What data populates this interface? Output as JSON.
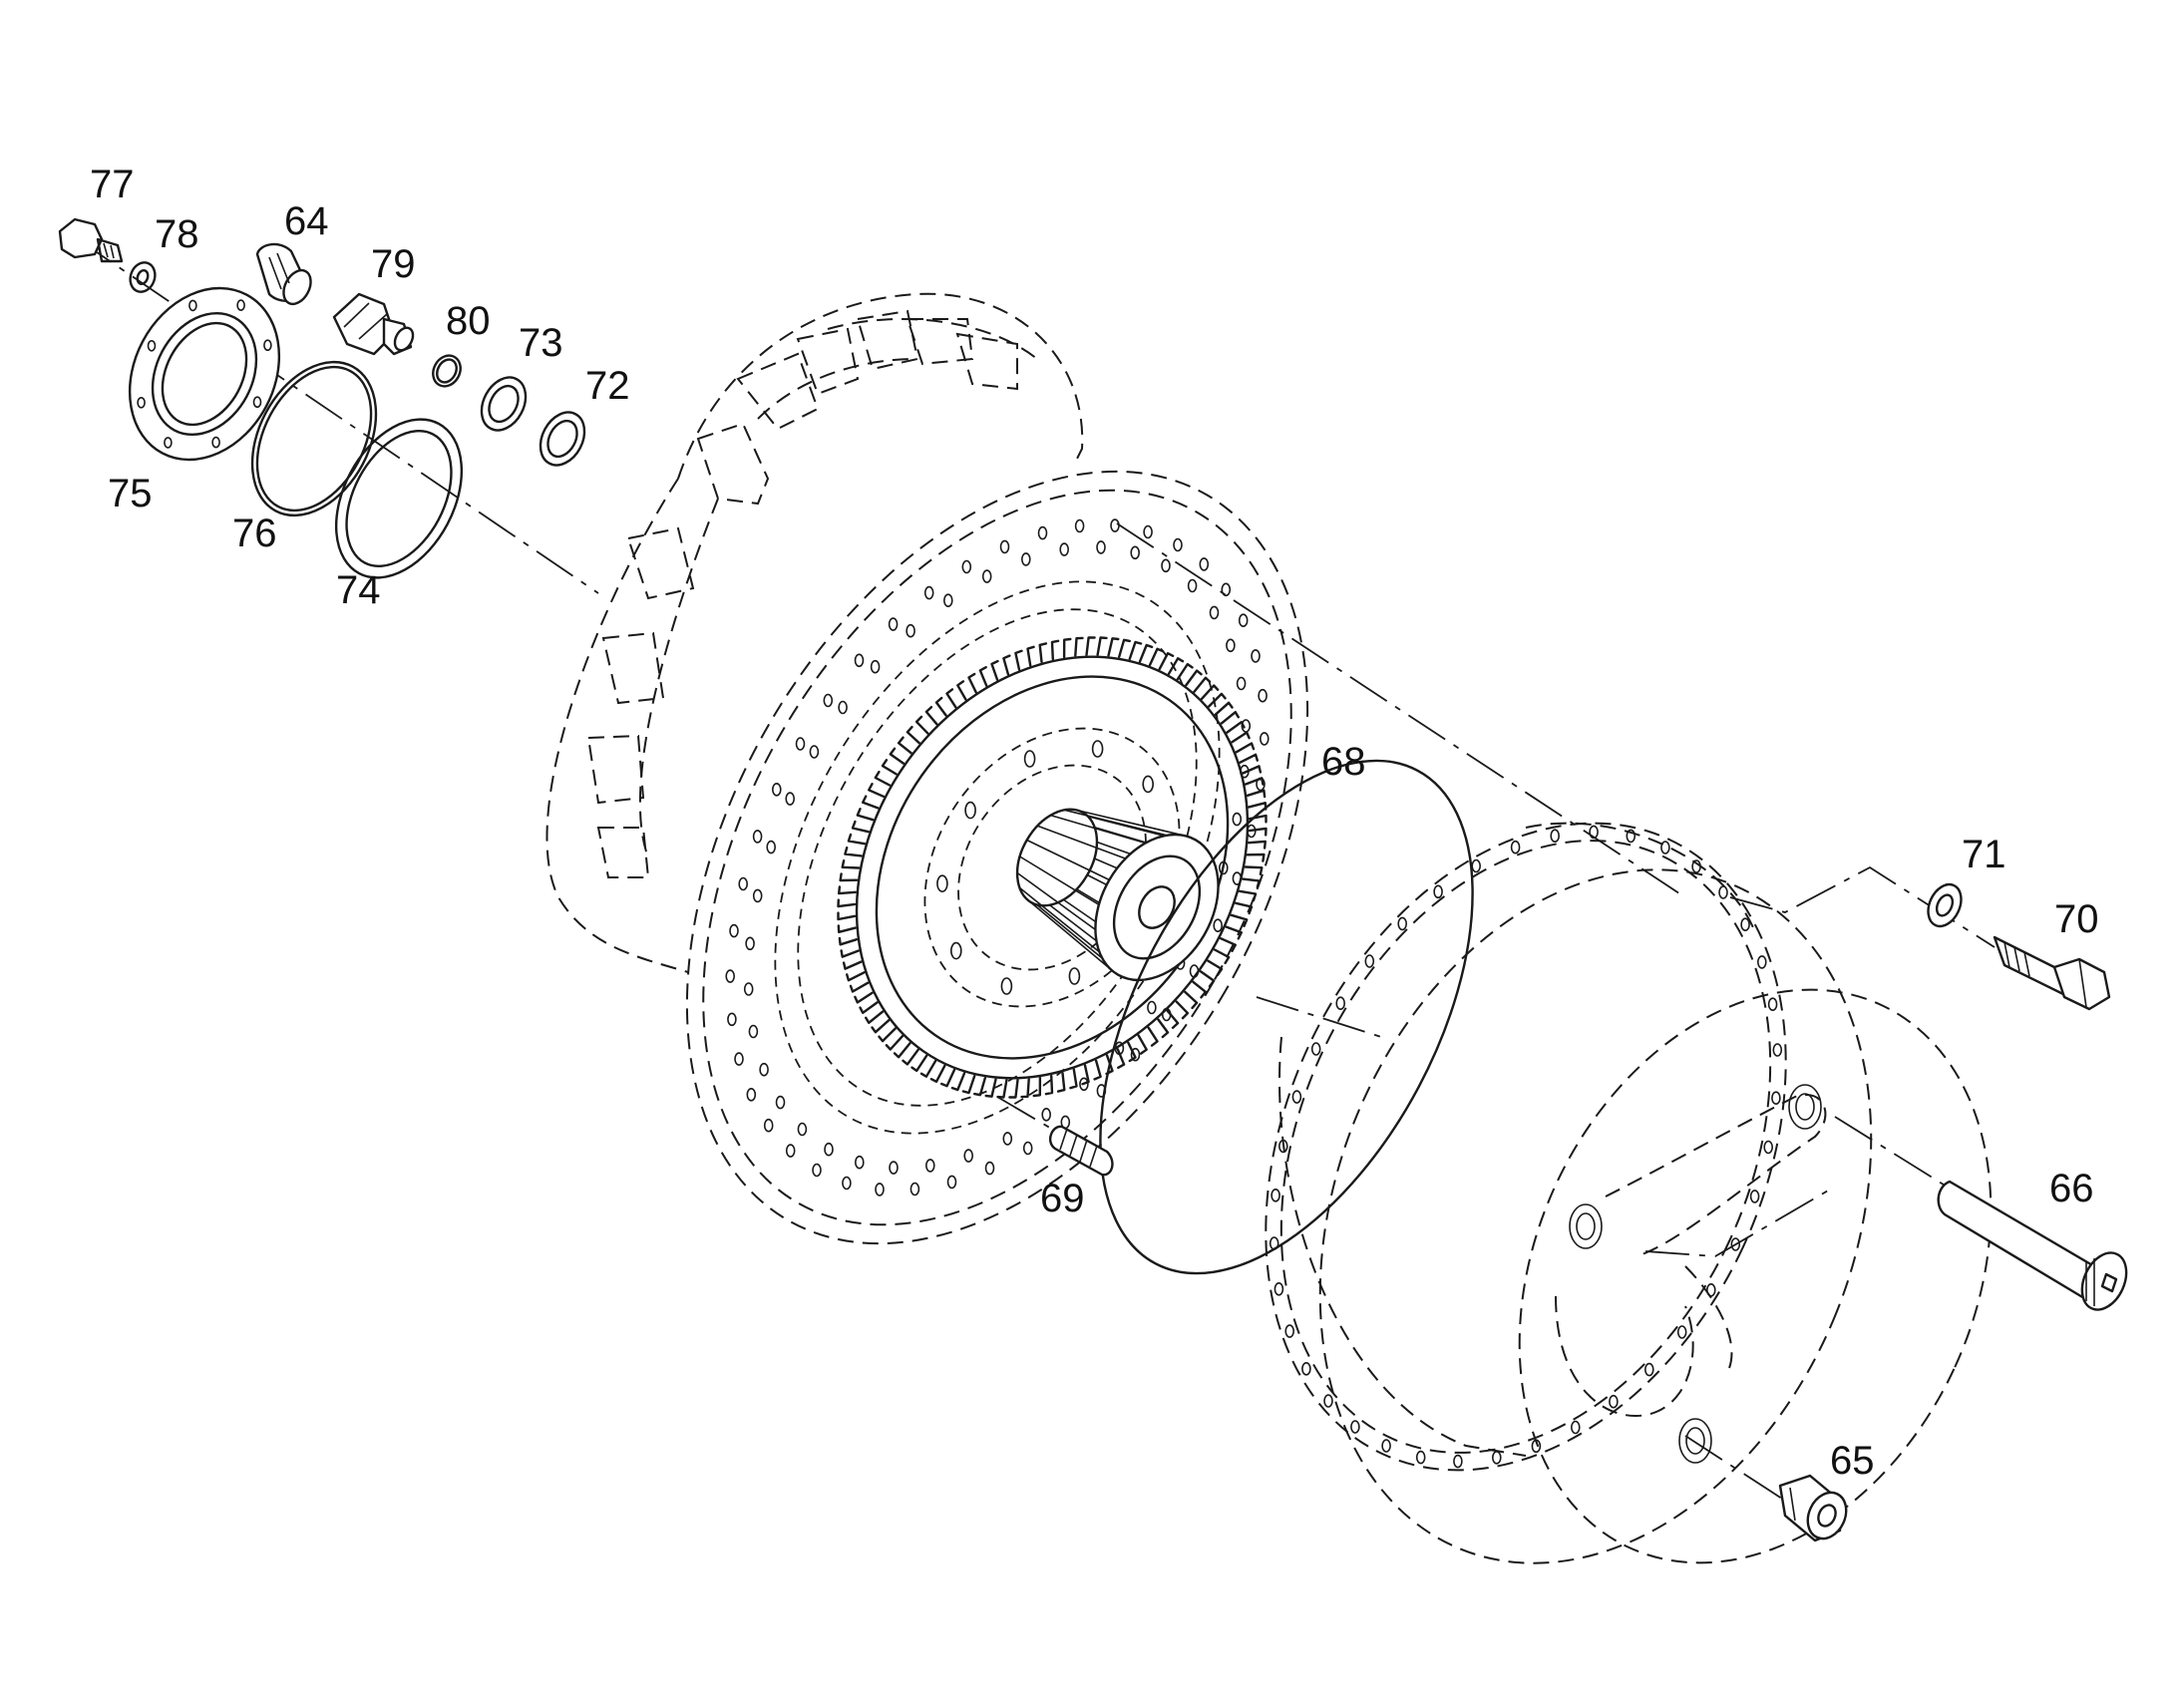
{
  "callouts": [
    {
      "id": "c77",
      "label": "77"
    },
    {
      "id": "c78",
      "label": "78"
    },
    {
      "id": "c64",
      "label": "64"
    },
    {
      "id": "c79",
      "label": "79"
    },
    {
      "id": "c80",
      "label": "80"
    },
    {
      "id": "c73",
      "label": "73"
    },
    {
      "id": "c72",
      "label": "72"
    },
    {
      "id": "c75",
      "label": "75"
    },
    {
      "id": "c76",
      "label": "76"
    },
    {
      "id": "c74",
      "label": "74"
    },
    {
      "id": "c68",
      "label": "68"
    },
    {
      "id": "c71",
      "label": "71"
    },
    {
      "id": "c70",
      "label": "70"
    },
    {
      "id": "c66",
      "label": "66"
    },
    {
      "id": "c69",
      "label": "69"
    },
    {
      "id": "c65",
      "label": "65"
    }
  ],
  "colors": {
    "line": "#1a1a1a",
    "background": "#ffffff"
  }
}
